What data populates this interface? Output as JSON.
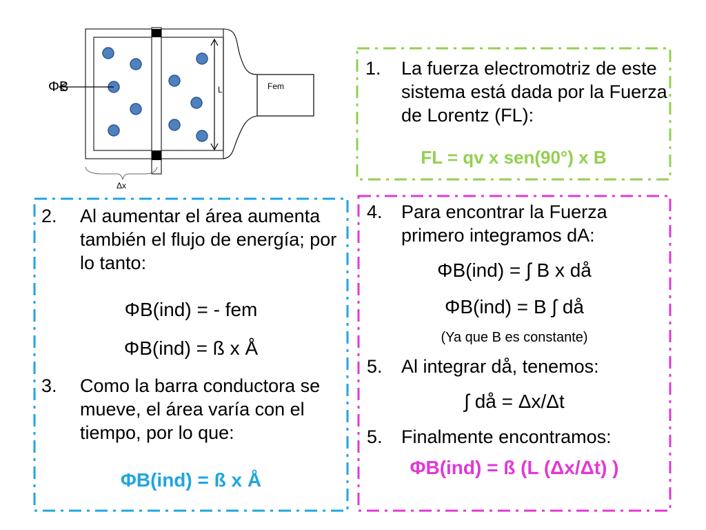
{
  "diagram": {
    "flux_label": "ΦB",
    "length_label": "L",
    "fem_label": "Fem",
    "dx_label": "Δx"
  },
  "box1": {
    "num": "1.",
    "text": "La fuerza electromotriz de este sistema está dada por la Fuerza de Lorentz (FL):",
    "eq": "FL = qv x sen(90°) x B",
    "border_color": "#92d050"
  },
  "box2": {
    "item2_num": "2.",
    "item2_text": "Al aumentar el área aumenta también el flujo de energía; por lo tanto:",
    "eq1": "ΦB(ind) = - fem",
    "eq2": "ΦB(ind) = ß x Å",
    "item3_num": "3.",
    "item3_text": "Como la barra conductora se mueve, el área varía con el tiempo, por lo que:",
    "eq3": "ΦB(ind) = ß x Å",
    "border_color": "#1fa5e0"
  },
  "box3": {
    "item4_num": "4.",
    "item4_text": "Para encontrar la Fuerza primero integramos dA:",
    "eq1": "ΦB(ind) = ∫ B x då",
    "eq2": "ΦB(ind) = B ∫ då",
    "note": "(Ya que B es constante)",
    "item5_num": "5.",
    "item5_text": "Al integrar då, tenemos:",
    "eq3": "∫ då = Δx/Δt",
    "item6_num": "5.",
    "item6_text": "Finalmente encontramos:",
    "eq4": "ΦB(ind) = ß (L (Δx/Δt) )",
    "border_color": "#e038d6"
  }
}
